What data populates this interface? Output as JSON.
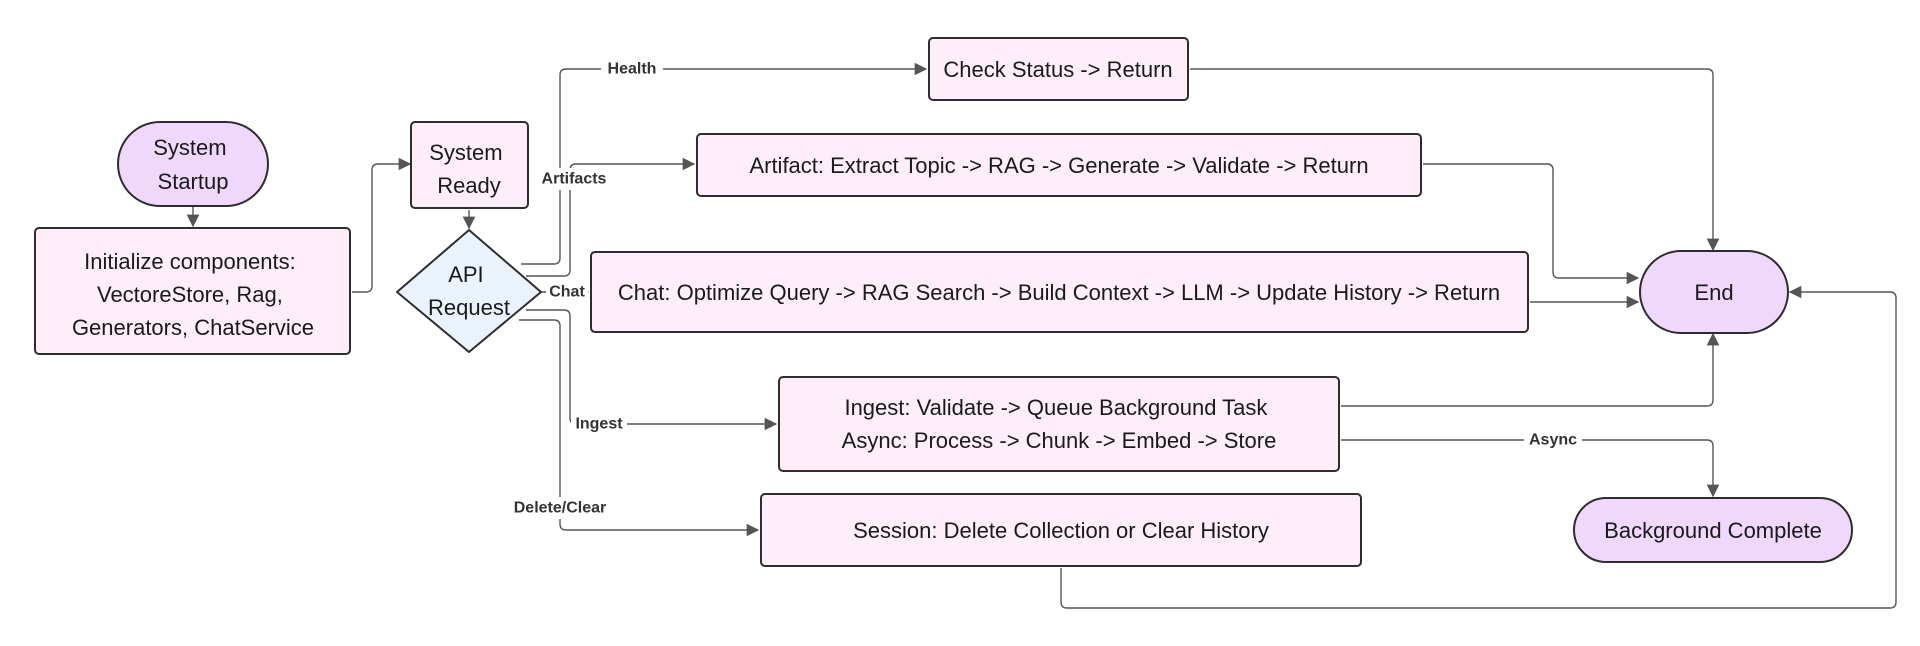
{
  "nodes": {
    "system_startup": [
      "System",
      "Startup"
    ],
    "initialize": [
      "Initialize components:",
      "VectoreStore, Rag,",
      "Generators, ChatService"
    ],
    "system_ready": [
      "System",
      "Ready"
    ],
    "api_request": [
      "API",
      "Request"
    ],
    "check_status": [
      "Check Status -> Return"
    ],
    "artifact": [
      "Artifact: Extract Topic -> RAG -> Generate -> Validate -> Return"
    ],
    "chat": [
      "Chat: Optimize Query -> RAG Search -> Build Context -> LLM -> Update History -> Return"
    ],
    "ingest": [
      "Ingest: Validate -> Queue Background Task",
      "Async: Process -> Chunk -> Embed -> Store"
    ],
    "session": [
      "Session: Delete Collection or Clear History"
    ],
    "end": [
      "End"
    ],
    "background_complete": [
      "Background Complete"
    ]
  },
  "edge_labels": {
    "health": "Health",
    "artifacts": "Artifacts",
    "chat": "Chat",
    "ingest": "Ingest",
    "delete_clear": "Delete/Clear",
    "async": "Async"
  },
  "colors": {
    "process_fill": "#fdeefa",
    "terminal_fill": "#efd8fb",
    "decision_fill": "#eaf2fd",
    "stroke": "#2d2d2d",
    "edge": "#555555"
  }
}
